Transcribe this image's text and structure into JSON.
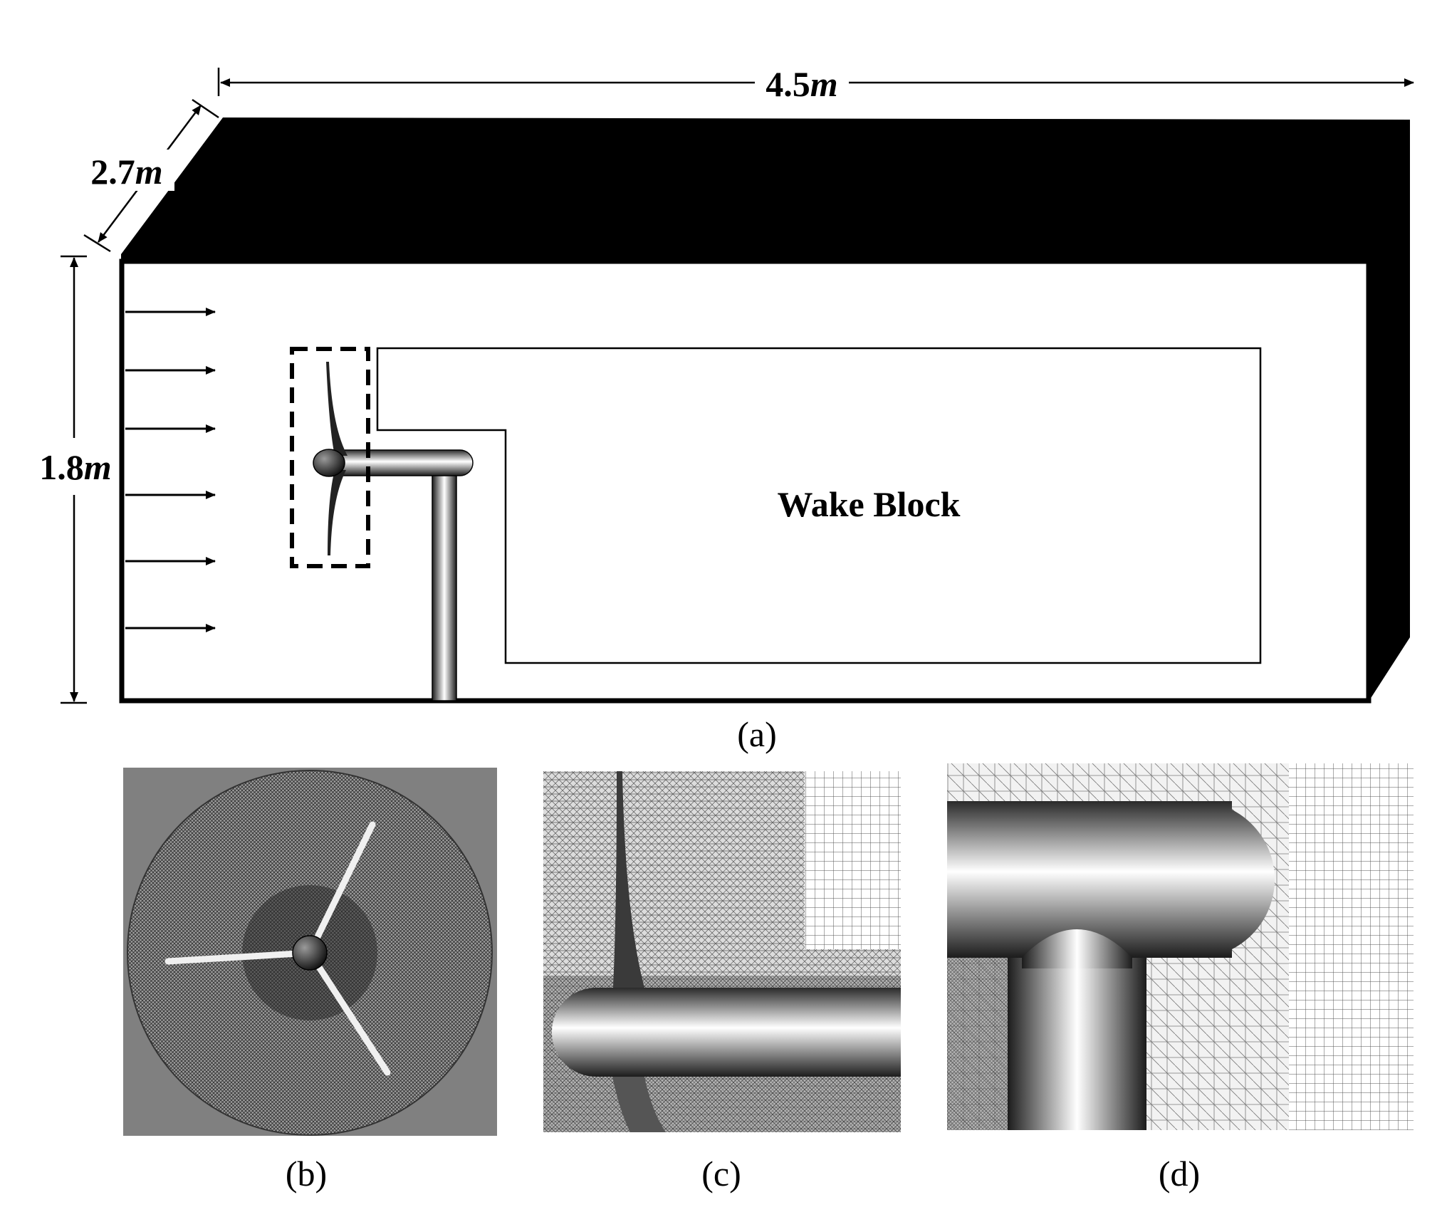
{
  "dimensions": {
    "length": {
      "value": "4.5",
      "unit": "m"
    },
    "width": {
      "value": "2.7",
      "unit": "m"
    },
    "height": {
      "value": "1.8",
      "unit": "m"
    }
  },
  "wake_block": {
    "label": "Wake Block"
  },
  "captions": {
    "a": "(a)",
    "b": "(b)",
    "c": "(c)",
    "d": "(d)"
  },
  "inflow": {
    "arrow_count": 6,
    "icon": "right-arrow-icon"
  },
  "colors": {
    "domain_dark": "#000000",
    "background": "#ffffff",
    "mesh_background": "#808080"
  }
}
